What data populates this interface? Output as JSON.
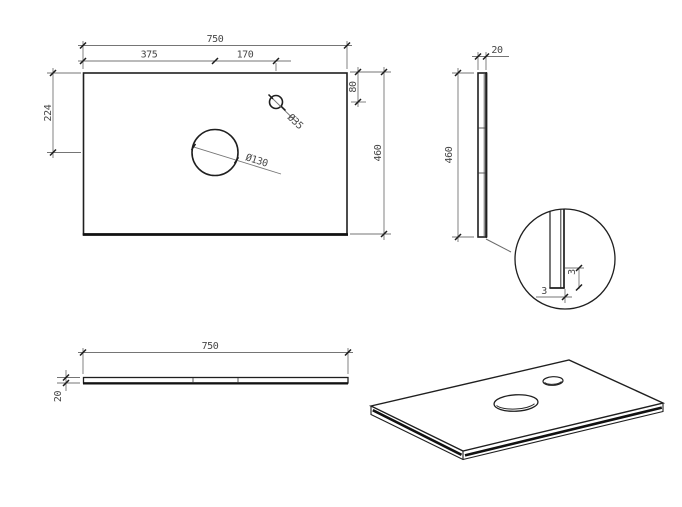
{
  "drawing": {
    "front": {
      "width": "750",
      "width_to_large_hole": "375",
      "large_to_small_hole": "170",
      "height": "460",
      "large_hole_top_offset": "224",
      "small_hole_top_offset": "80",
      "large_hole_diameter": "Ø130",
      "small_hole_diameter": "Ø35"
    },
    "side": {
      "thickness": "20",
      "height": "460",
      "detail_edge_side": "3",
      "detail_edge_bottom": "3"
    },
    "bottom": {
      "width": "750",
      "thickness": "20"
    }
  },
  "colors": {
    "object_line": "#1f1f1f",
    "dimension_line": "#757575",
    "text": "#474747",
    "background": "#ffffff"
  }
}
